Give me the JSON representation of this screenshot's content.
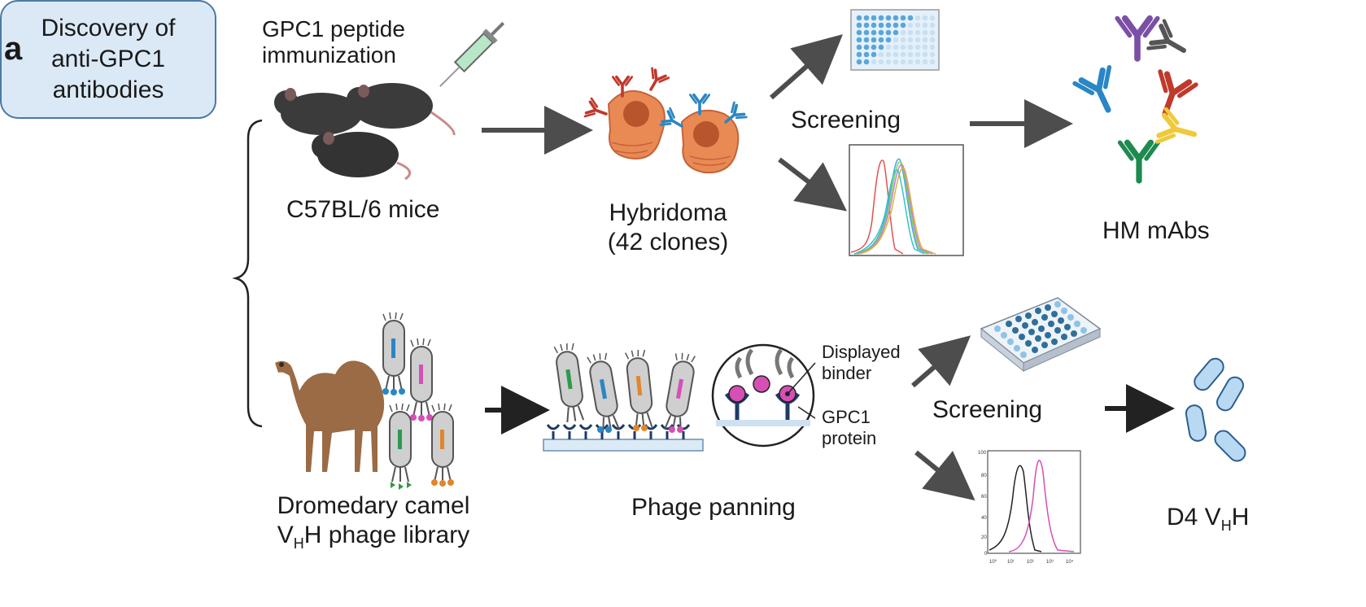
{
  "panel_label": "a",
  "discovery": {
    "line1": "Discovery of",
    "line2": "anti-GPC1",
    "line3": "antibodies"
  },
  "top_branch": {
    "immunization_line1": "GPC1 peptide",
    "immunization_line2": "immunization",
    "mice_label": "C57BL/6 mice",
    "hybridoma_line1": "Hybridoma",
    "hybridoma_line2": "(42 clones)",
    "screening_label": "Screening",
    "result_label": "HM mAbs"
  },
  "bottom_branch": {
    "library_line1": "Dromedary camel",
    "library_line2_prefix": "V",
    "library_line2_sub": "H",
    "library_line2_suffix": "H phage library",
    "panning_label": "Phage panning",
    "displayed_binder_line1": "Displayed",
    "displayed_binder_line2": "binder",
    "gpc1_protein_line1": "GPC1",
    "gpc1_protein_line2": "protein",
    "screening_label": "Screening",
    "result_prefix": "D4 V",
    "result_sub": "H",
    "result_suffix": "H"
  },
  "colors": {
    "box_fill": "#dbe9f7",
    "box_border": "#4a79a6",
    "arrow": "#4d4d4d",
    "hybridoma": "#e98a55",
    "nanobody": "#b9d8f2",
    "antibody_colors": [
      "#7b4fa6",
      "#555555",
      "#2a86c4",
      "#c0392b",
      "#1e8a4f",
      "#f0c93a"
    ]
  },
  "icons": [
    "syringe-icon",
    "mouse-icon",
    "hybridoma-cell-icon",
    "antibody-icon",
    "well-plate-icon",
    "histogram-icon",
    "camel-icon",
    "phage-icon",
    "nanobody-icon"
  ]
}
